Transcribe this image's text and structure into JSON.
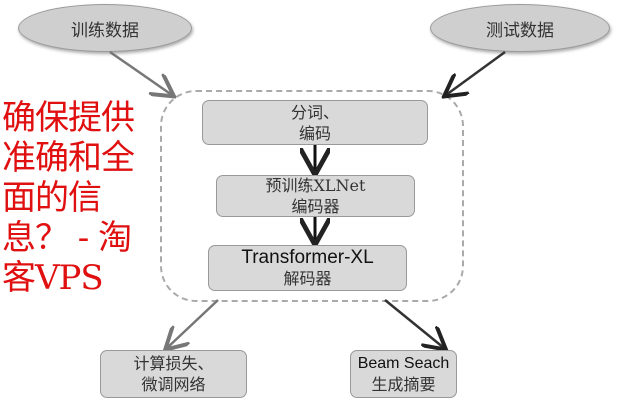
{
  "inputs": {
    "train": "训练数据",
    "test": "测试数据"
  },
  "pipeline": [
    {
      "line1": "分词、",
      "line2": "编码"
    },
    {
      "line1": "预训练XLNet",
      "line2": "编码器"
    },
    {
      "line1": "Transformer-XL",
      "line2": "解码器"
    }
  ],
  "outputs": [
    {
      "line1": "计算损失、",
      "line2": "微调网络"
    },
    {
      "line1": "Beam Seach",
      "line2": "生成摘要"
    }
  ],
  "watermark": "确保提供准确和全面的信息？ - 淘客VPS"
}
